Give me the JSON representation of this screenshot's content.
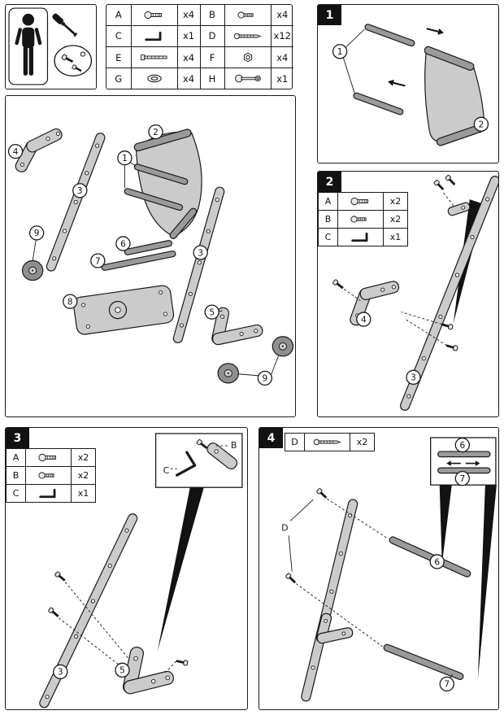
{
  "colors": {
    "outline": "#1a1a1a",
    "part_gray": "#cbcbcb",
    "rod_gray": "#9a9a9a",
    "wheel_gray": "#8f8f8f",
    "step_label_bg": "#111111",
    "step_label_text": "#ffffff",
    "background": "#ffffff"
  },
  "hardware_table": {
    "rows": [
      {
        "letter": "A",
        "icon": "bolt-icon",
        "qty": "x4"
      },
      {
        "letter": "B",
        "icon": "screw-icon",
        "qty": "x4"
      },
      {
        "letter": "C",
        "icon": "allen-key-icon",
        "qty": "x1"
      },
      {
        "letter": "D",
        "icon": "long-screw-icon",
        "qty": "x12"
      },
      {
        "letter": "E",
        "icon": "axle-bolt-icon",
        "qty": "x4"
      },
      {
        "letter": "F",
        "icon": "nut-icon",
        "qty": "x4"
      },
      {
        "letter": "G",
        "icon": "oval-washer-icon",
        "qty": "x4"
      },
      {
        "letter": "H",
        "icon": "wrench-icon",
        "qty": "x1"
      }
    ]
  },
  "step1": {
    "number": "1",
    "callout_rods": "1",
    "callout_fabric": "2"
  },
  "overview": {
    "callout_bracket_left": "4",
    "callout_rail_left": "3",
    "callout_wheel_left": "9",
    "callout_fabric": "2",
    "callout_rods": "1",
    "callout_rod6": "6",
    "callout_rod7": "7",
    "callout_base": "8",
    "callout_rail_right": "3",
    "callout_bracket_right": "5",
    "callout_wheels_right": "9"
  },
  "step2": {
    "number": "2",
    "parts": [
      {
        "letter": "A",
        "qty": "x2"
      },
      {
        "letter": "B",
        "qty": "x2"
      },
      {
        "letter": "C",
        "qty": "x1"
      }
    ],
    "callout_bracket": "4",
    "callout_rail": "3"
  },
  "step3": {
    "number": "3",
    "parts": [
      {
        "letter": "A",
        "qty": "x2"
      },
      {
        "letter": "B",
        "qty": "x2"
      },
      {
        "letter": "C",
        "qty": "x1"
      }
    ],
    "detail": {
      "label_b": "B",
      "label_c": "C"
    },
    "callout_rail": "3",
    "callout_bracket": "5"
  },
  "step4": {
    "number": "4",
    "parts": [
      {
        "letter": "D",
        "qty": "x2"
      }
    ],
    "detail": {
      "callout_rod6": "6",
      "callout_rod7": "7"
    },
    "label_d": "D",
    "callout_rod6": "6",
    "callout_rod7": "7"
  }
}
